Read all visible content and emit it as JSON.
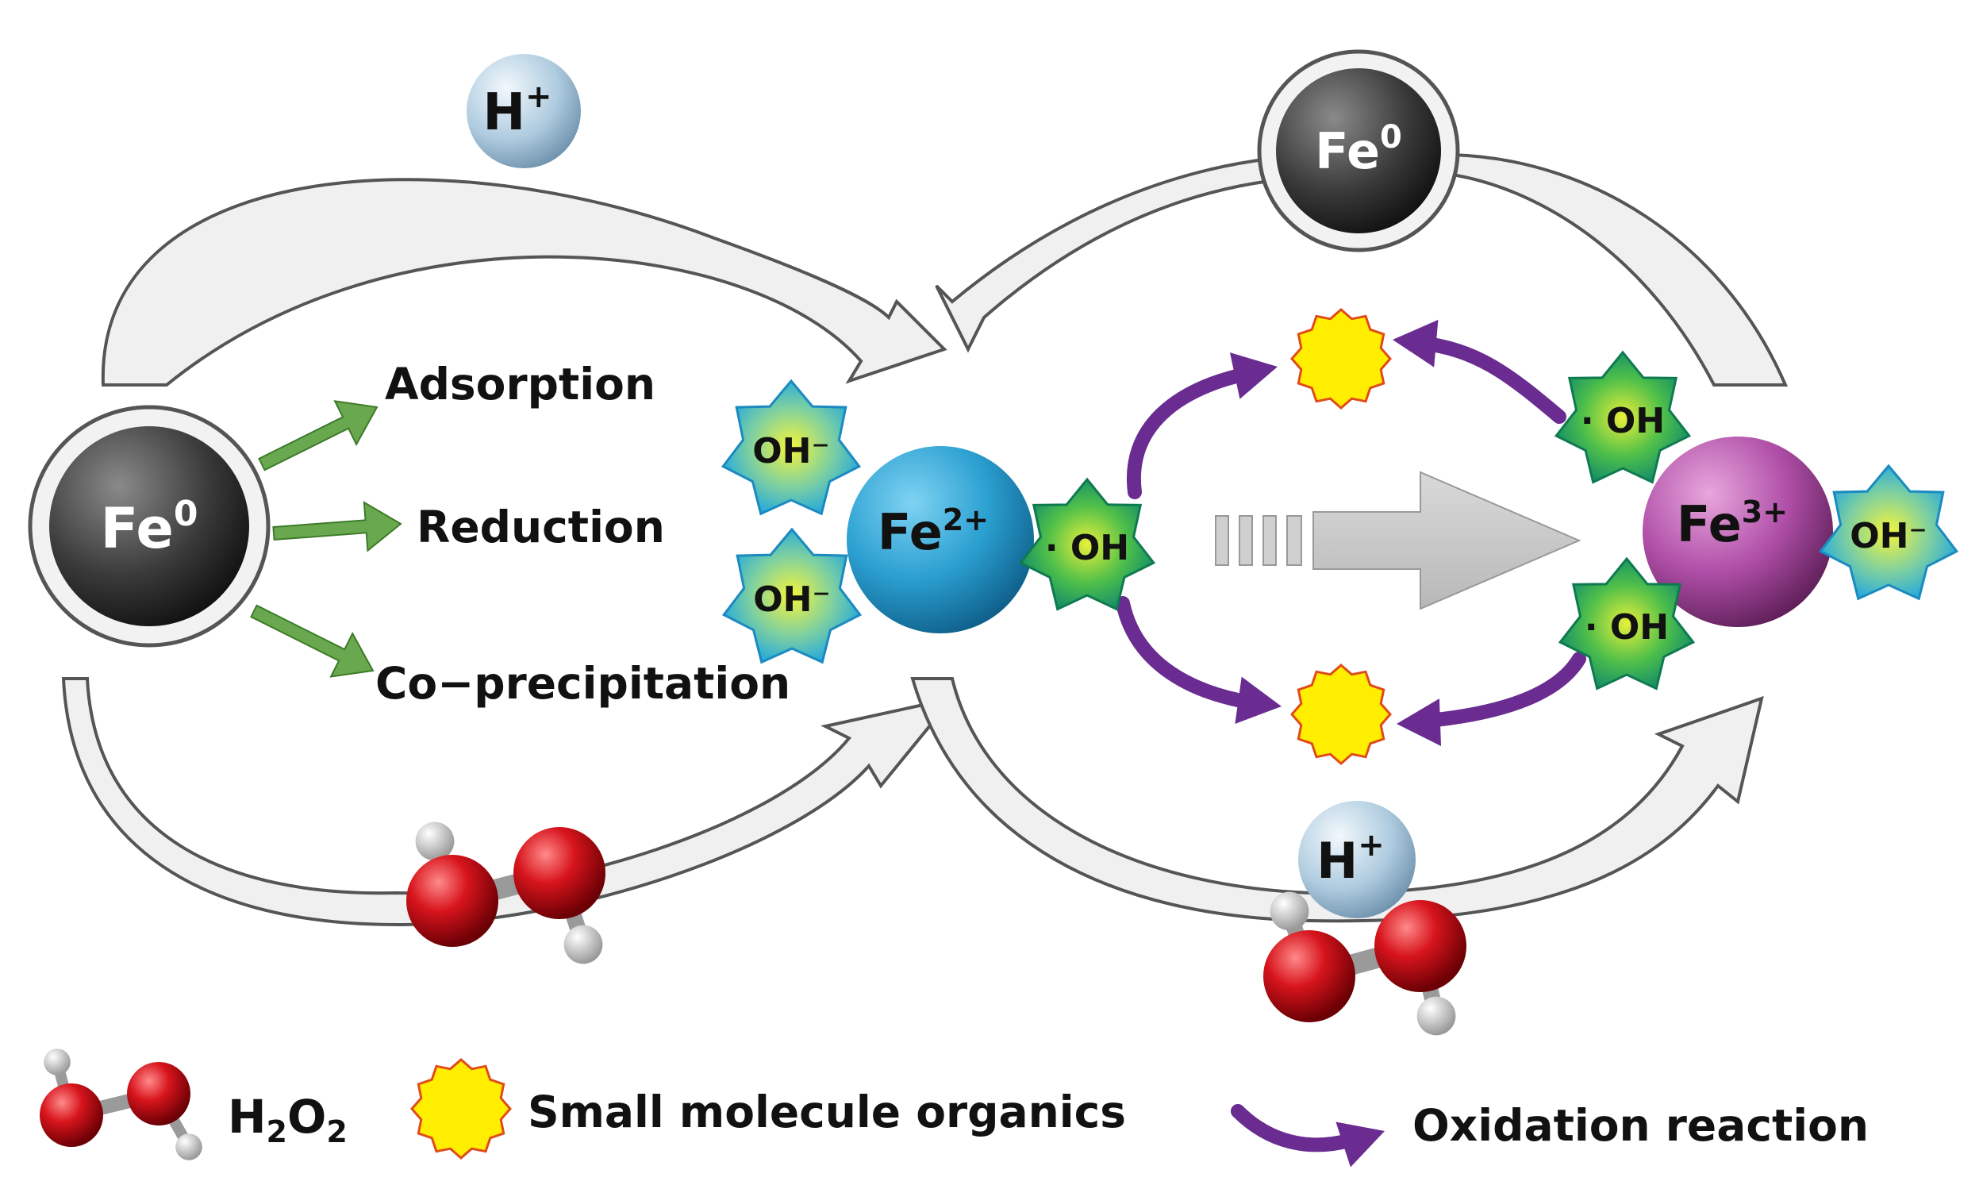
{
  "processes": {
    "adsorption": "Adsorption",
    "reduction": "Reduction",
    "coprecipitation": "Co−precipitation"
  },
  "species": {
    "fe0": {
      "base": "Fe",
      "sup": "0"
    },
    "fe2": {
      "base": "Fe",
      "sup": "2+"
    },
    "fe3": {
      "base": "Fe",
      "sup": "3+"
    },
    "h_plus": {
      "base": "H",
      "sup": "+"
    },
    "oh_minus": "OH⁻",
    "oh_radical": "· OH"
  },
  "legend": {
    "h2o2": {
      "base": "H",
      "sub1": "2",
      "mid": "O",
      "sub2": "2"
    },
    "organics": "Small molecule organics",
    "oxidation": "Oxidation reaction"
  },
  "colors": {
    "cycle_arrow_fill": "#f0f0f0",
    "cycle_arrow_stroke": "#555555",
    "process_arrow": "#6aa84f",
    "oxidation_arrow": "#6a2c91",
    "fe2_sphere": "#2fa6d6",
    "fe3_sphere": "#b04fa8",
    "fe0_sphere": "#555555",
    "h_plus_sphere": "#a9c6dc",
    "oxygen_atom": "#d0101a",
    "hydrogen_atom": "#dddddd",
    "organic_star": "#ffee00",
    "oh_minus_star": "#23a8dc",
    "oh_radical_star": "#1f9e5a"
  }
}
